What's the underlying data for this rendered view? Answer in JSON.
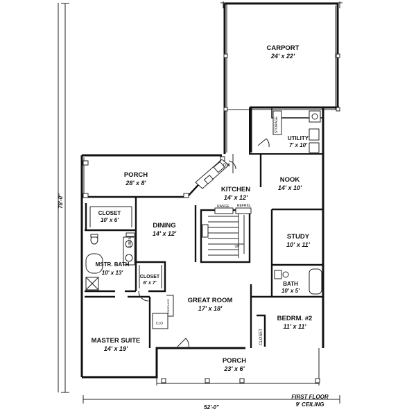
{
  "rooms": {
    "carport": {
      "name": "CARPORT",
      "dims": "24' x 22'"
    },
    "utility": {
      "name": "UTILITY",
      "dims": "7' x 10'"
    },
    "porch_top": {
      "name": "PORCH",
      "dims": "28' x 8'"
    },
    "kitchen": {
      "name": "KITCHEN",
      "dims": "14' x 12'"
    },
    "nook": {
      "name": "NOOK",
      "dims": "14' x 10'"
    },
    "closet_mstr": {
      "name": "CLOSET",
      "dims": "10' x 6'"
    },
    "dining": {
      "name": "DINING",
      "dims": "14' x 12'"
    },
    "study": {
      "name": "STUDY",
      "dims": "10' x 11'"
    },
    "mstr_bath": {
      "name": "MSTR. BATH",
      "dims": "10' x 13'"
    },
    "closet_small": {
      "name": "CLOSET",
      "dims": "6' x 7'"
    },
    "bath": {
      "name": "BATH",
      "dims": "10' x 5'"
    },
    "great_room": {
      "name": "GREAT ROOM",
      "dims": "17' x 18'"
    },
    "bedroom2": {
      "name": "BEDRM. #2",
      "dims": "11' x 11'"
    },
    "master_suite": {
      "name": "MASTER SUITE",
      "dims": "14' x 19'"
    },
    "porch_bottom": {
      "name": "PORCH",
      "dims": "23' x 6'"
    }
  },
  "fixtures": {
    "storage": "STORAGE",
    "dw": "DW",
    "range": "RANGE",
    "refrig": "REFRIG.",
    "up": "UP",
    "linen": "LINEN",
    "closet": "CLOSET",
    "clo": "CLO",
    "fireplace": "FIREPLACE"
  },
  "dimensions": {
    "width": "52'-0\"",
    "depth": "78'-0\""
  },
  "notes": {
    "floor": "FIRST FLOOR",
    "ceiling": "9' CEILING"
  }
}
